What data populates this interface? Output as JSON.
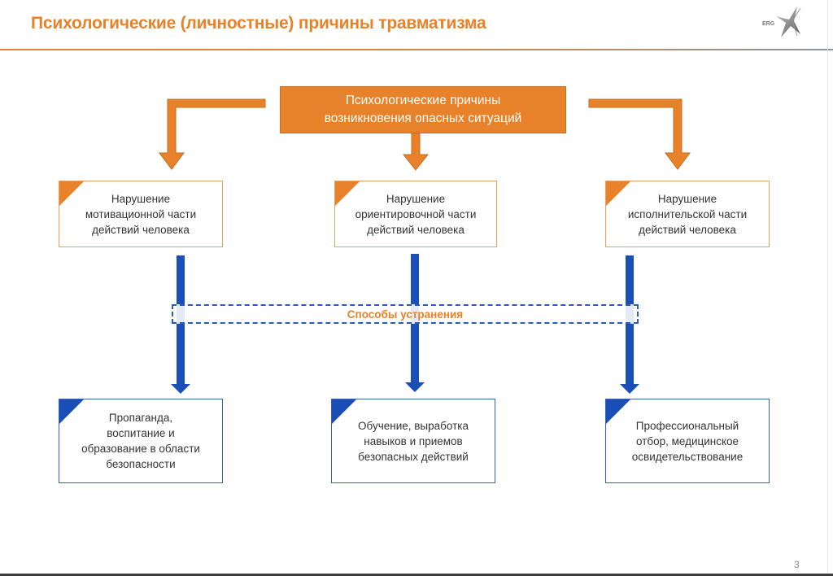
{
  "header": {
    "title": "Психологические (личностные) причины травматизма",
    "logo_text": "ERG"
  },
  "colors": {
    "accent_orange": "#e8822a",
    "accent_blue": "#1a4fb8",
    "text": "#333333"
  },
  "diagram": {
    "root": "Психологические причины\nвозникновения опасных ситуаций",
    "causes": [
      {
        "label": "Нарушение\nмотивационной части\nдействий человека"
      },
      {
        "label": "Нарушение\nориентировочной части\nдействий человека"
      },
      {
        "label": "Нарушение\nисполнительской части\nдействий человека"
      }
    ],
    "band_label": "Способы устранения",
    "remedies": [
      {
        "label": "Пропаганда,\nвоспитание и\nобразование в области\nбезопасности"
      },
      {
        "label": "Обучение, выработка\nнавыков и приемов\nбезопасных действий"
      },
      {
        "label": "Профессиональный\nотбор, медицинское\nосвидетельствование"
      }
    ]
  },
  "footer": {
    "page_number": "3"
  }
}
